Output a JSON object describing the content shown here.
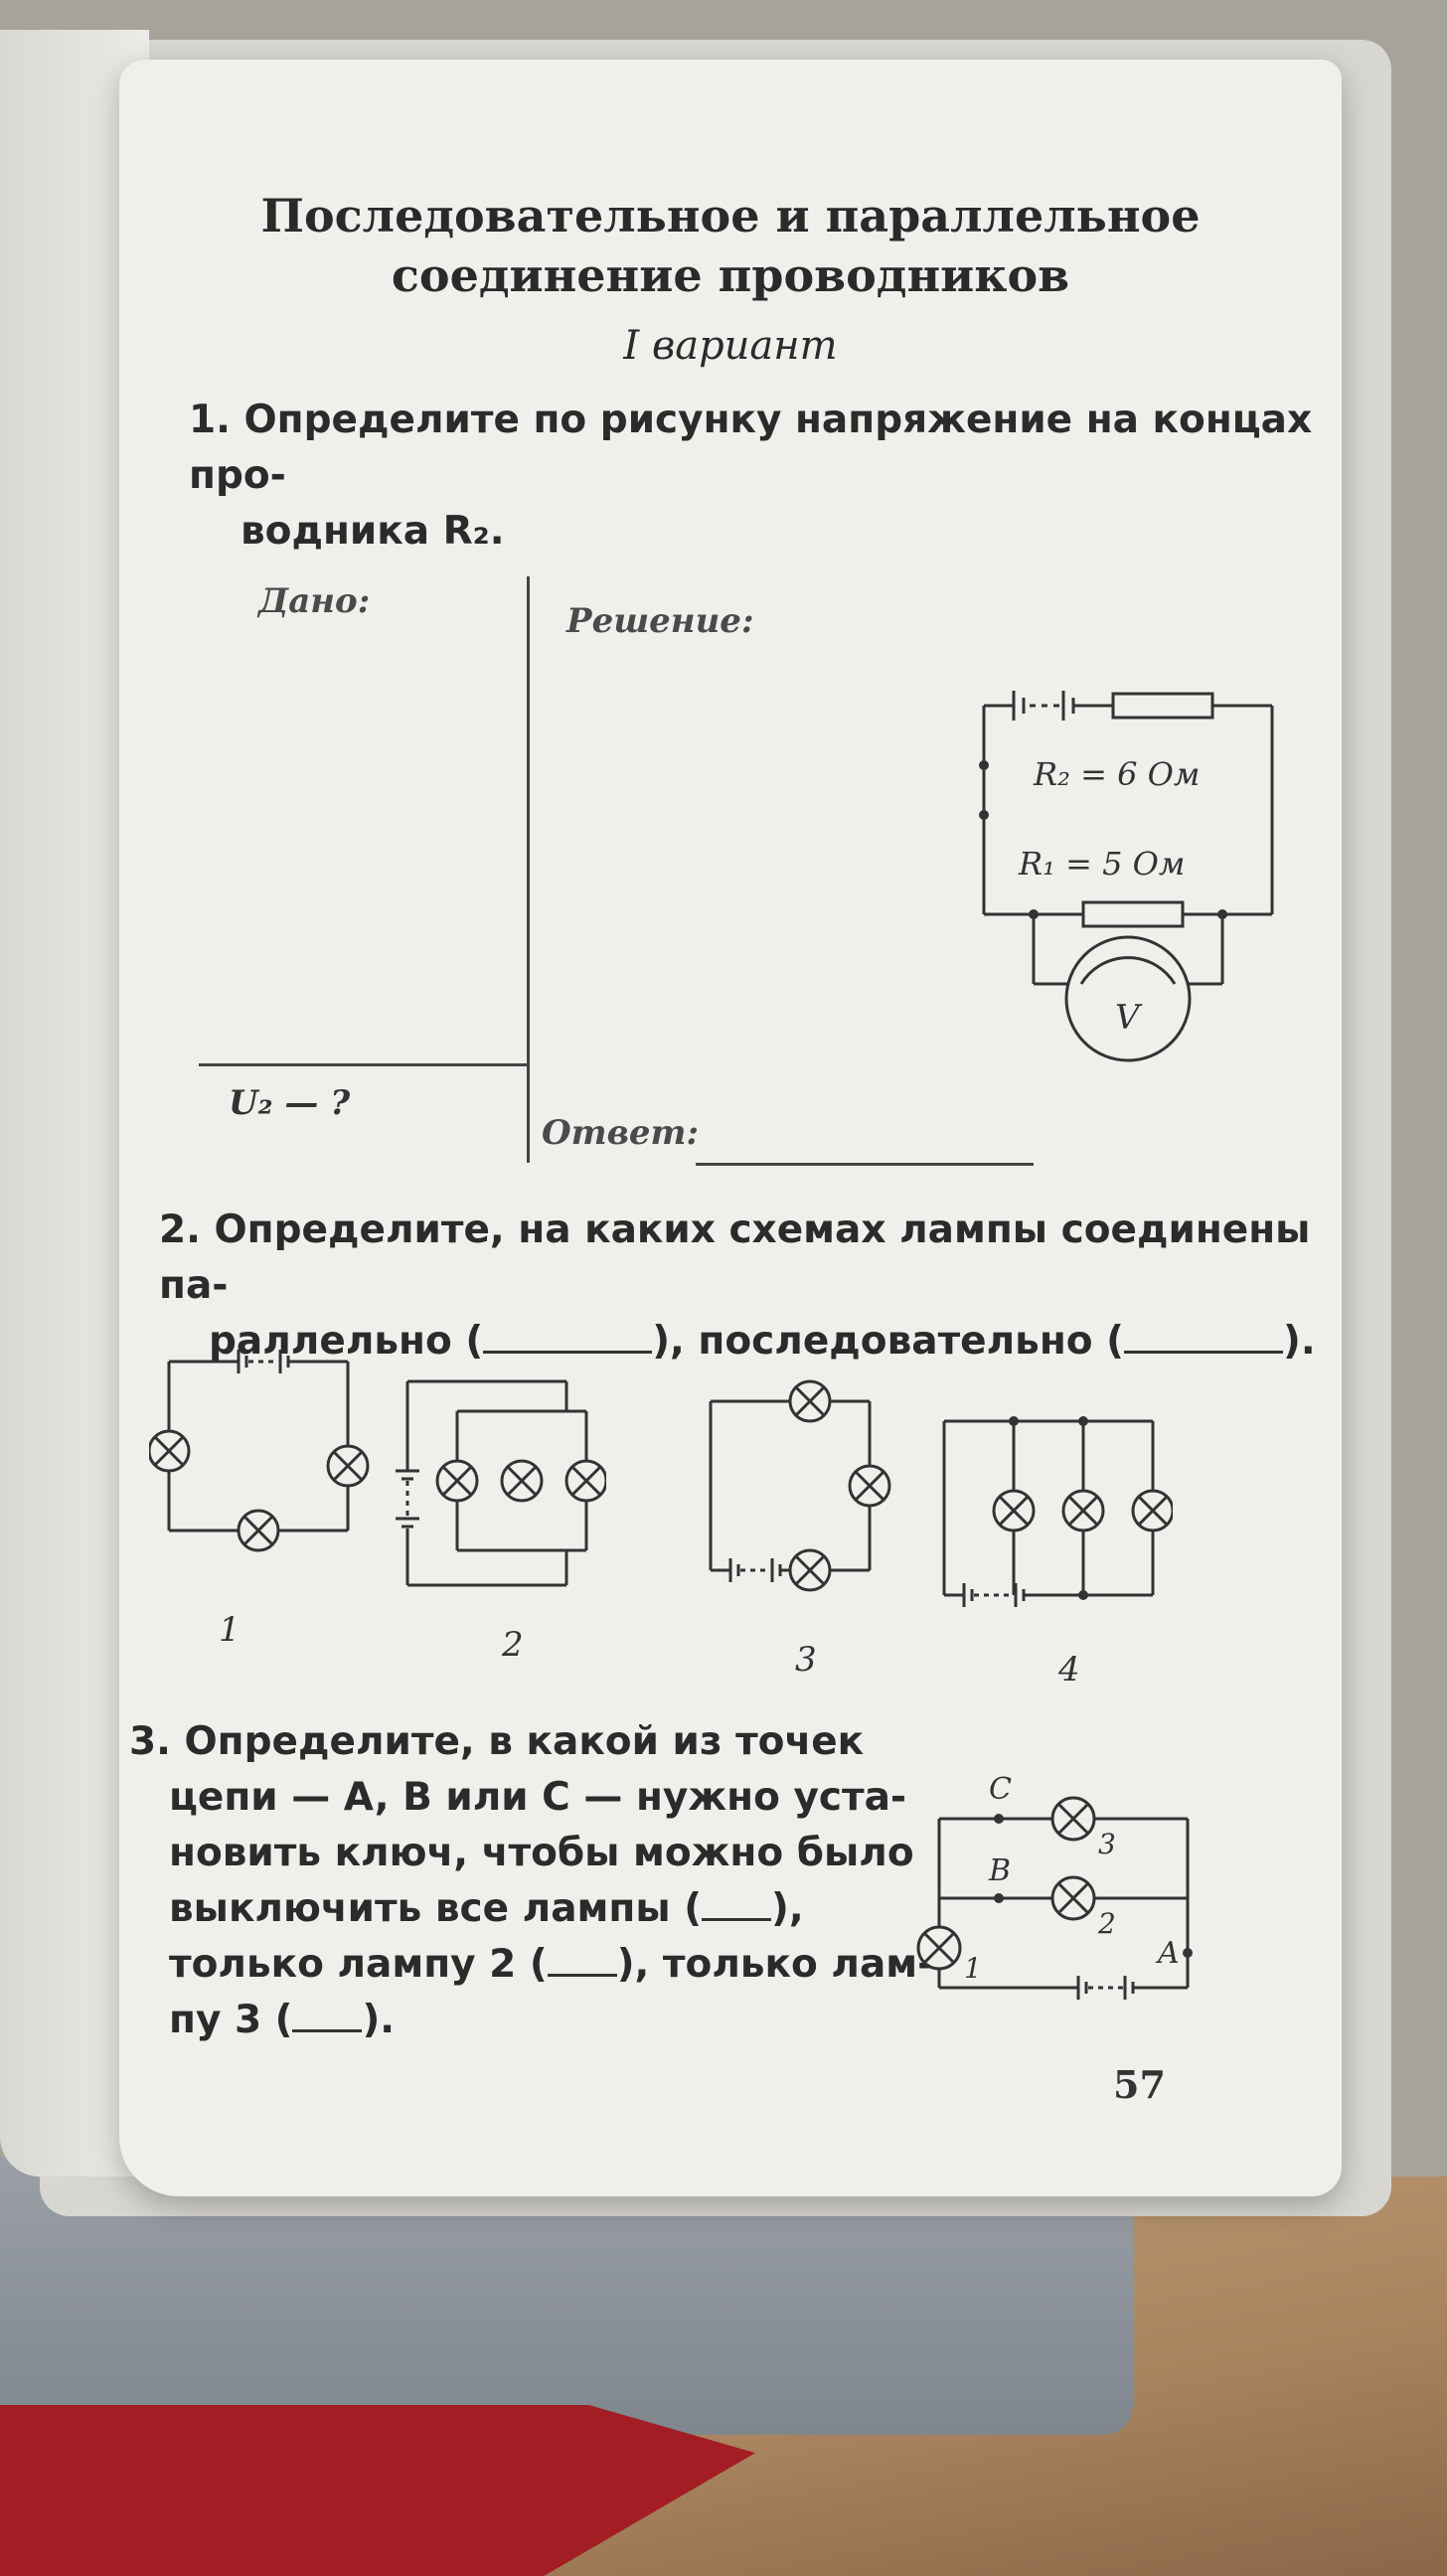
{
  "header": {
    "title_line1": "Последовательное и параллельное",
    "title_line2": "соединение проводников",
    "variant": "I вариант"
  },
  "task1": {
    "number": "1.",
    "text_line1": "Определите по рисунку напряжение на концах про-",
    "text_line2": "водника R₂.",
    "given_label": "Дано:",
    "solution_label": "Решение:",
    "given_value": "U₂ — ?",
    "answer_label": "Ответ:",
    "r2_label": "R₂ = 6 Ом",
    "r1_label": "R₁ = 5 Ом",
    "voltmeter_label": "V"
  },
  "task2": {
    "number": "2.",
    "text_line1": "Определите, на каких схемах лампы соединены па-",
    "text_line2_a": "раллельно (",
    "text_line2_b": "), последовательно (",
    "text_line2_c": ").",
    "figure_labels": [
      "1",
      "2",
      "3",
      "4"
    ]
  },
  "task3": {
    "number": "3.",
    "lines": [
      "Определите, в какой из точек",
      "цепи — A, B или C — нужно уста-",
      "новить ключ, чтобы можно было"
    ],
    "line4_a": "выключить все лампы (",
    "line4_b": "),",
    "line5_a": "только лампу 2 (",
    "line5_b": "), только лам-",
    "line6_a": "пу 3 (",
    "line6_b": ").",
    "point_c": "C",
    "point_b": "B",
    "point_a": "A",
    "lamp_1": "1",
    "lamp_2": "2",
    "lamp_3": "3"
  },
  "footer": {
    "page_number": "57"
  }
}
